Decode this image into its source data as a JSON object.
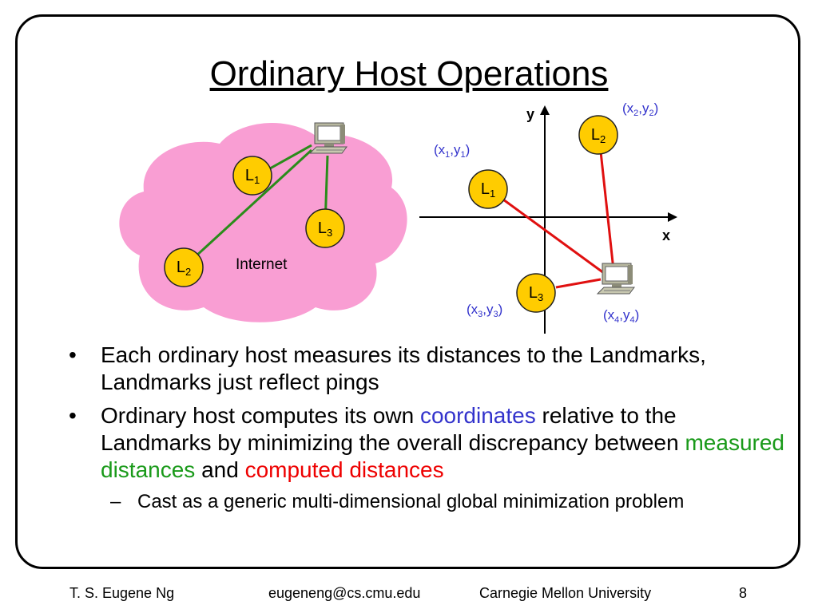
{
  "slide": {
    "title": "Ordinary Host Operations",
    "bullets": [
      {
        "mark": "•",
        "parts": [
          {
            "text": "Each ordinary host measures its distances to the Landmarks, Landmarks just reflect pings",
            "color": "#000000"
          }
        ]
      },
      {
        "mark": "•",
        "parts": [
          {
            "text": "Ordinary host computes its own ",
            "color": "#000000"
          },
          {
            "text": "coordinates",
            "color": "#3333cc"
          },
          {
            "text": " relative to the Landmarks by minimizing the overall discrepancy between ",
            "color": "#000000"
          },
          {
            "text": "measured distances",
            "color": "#1a9a1a"
          },
          {
            "text": " and ",
            "color": "#000000"
          },
          {
            "text": "computed distances",
            "color": "#ee0000"
          }
        ]
      }
    ],
    "sub_bullet": {
      "mark": "–",
      "text": "Cast as a generic multi-dimensional global minimization problem"
    }
  },
  "left_diagram": {
    "cloud_label": "Internet",
    "landmarks": [
      {
        "letter": "L",
        "sub": "1"
      },
      {
        "letter": "L",
        "sub": "2"
      },
      {
        "letter": "L",
        "sub": "3"
      }
    ],
    "cloud_color": "#f99ed3",
    "line_color": "#2a8c1a",
    "node_color": "#ffcc00"
  },
  "right_diagram": {
    "axis_x": "x",
    "axis_y": "y",
    "landmarks": [
      {
        "letter": "L",
        "sub": "1",
        "coord": {
          "a": "x",
          "b": "y",
          "n": "1"
        }
      },
      {
        "letter": "L",
        "sub": "2",
        "coord": {
          "a": "x",
          "b": "y",
          "n": "2"
        }
      },
      {
        "letter": "L",
        "sub": "3",
        "coord": {
          "a": "x",
          "b": "y",
          "n": "3"
        }
      }
    ],
    "host_coord": {
      "a": "x",
      "b": "y",
      "n": "4"
    },
    "line_color": "#e01010",
    "coord_color": "#3333cc"
  },
  "footer": {
    "author": "T. S. Eugene Ng",
    "email": "eugeneng@cs.cmu.edu",
    "university": "Carnegie Mellon University",
    "page": "8"
  }
}
